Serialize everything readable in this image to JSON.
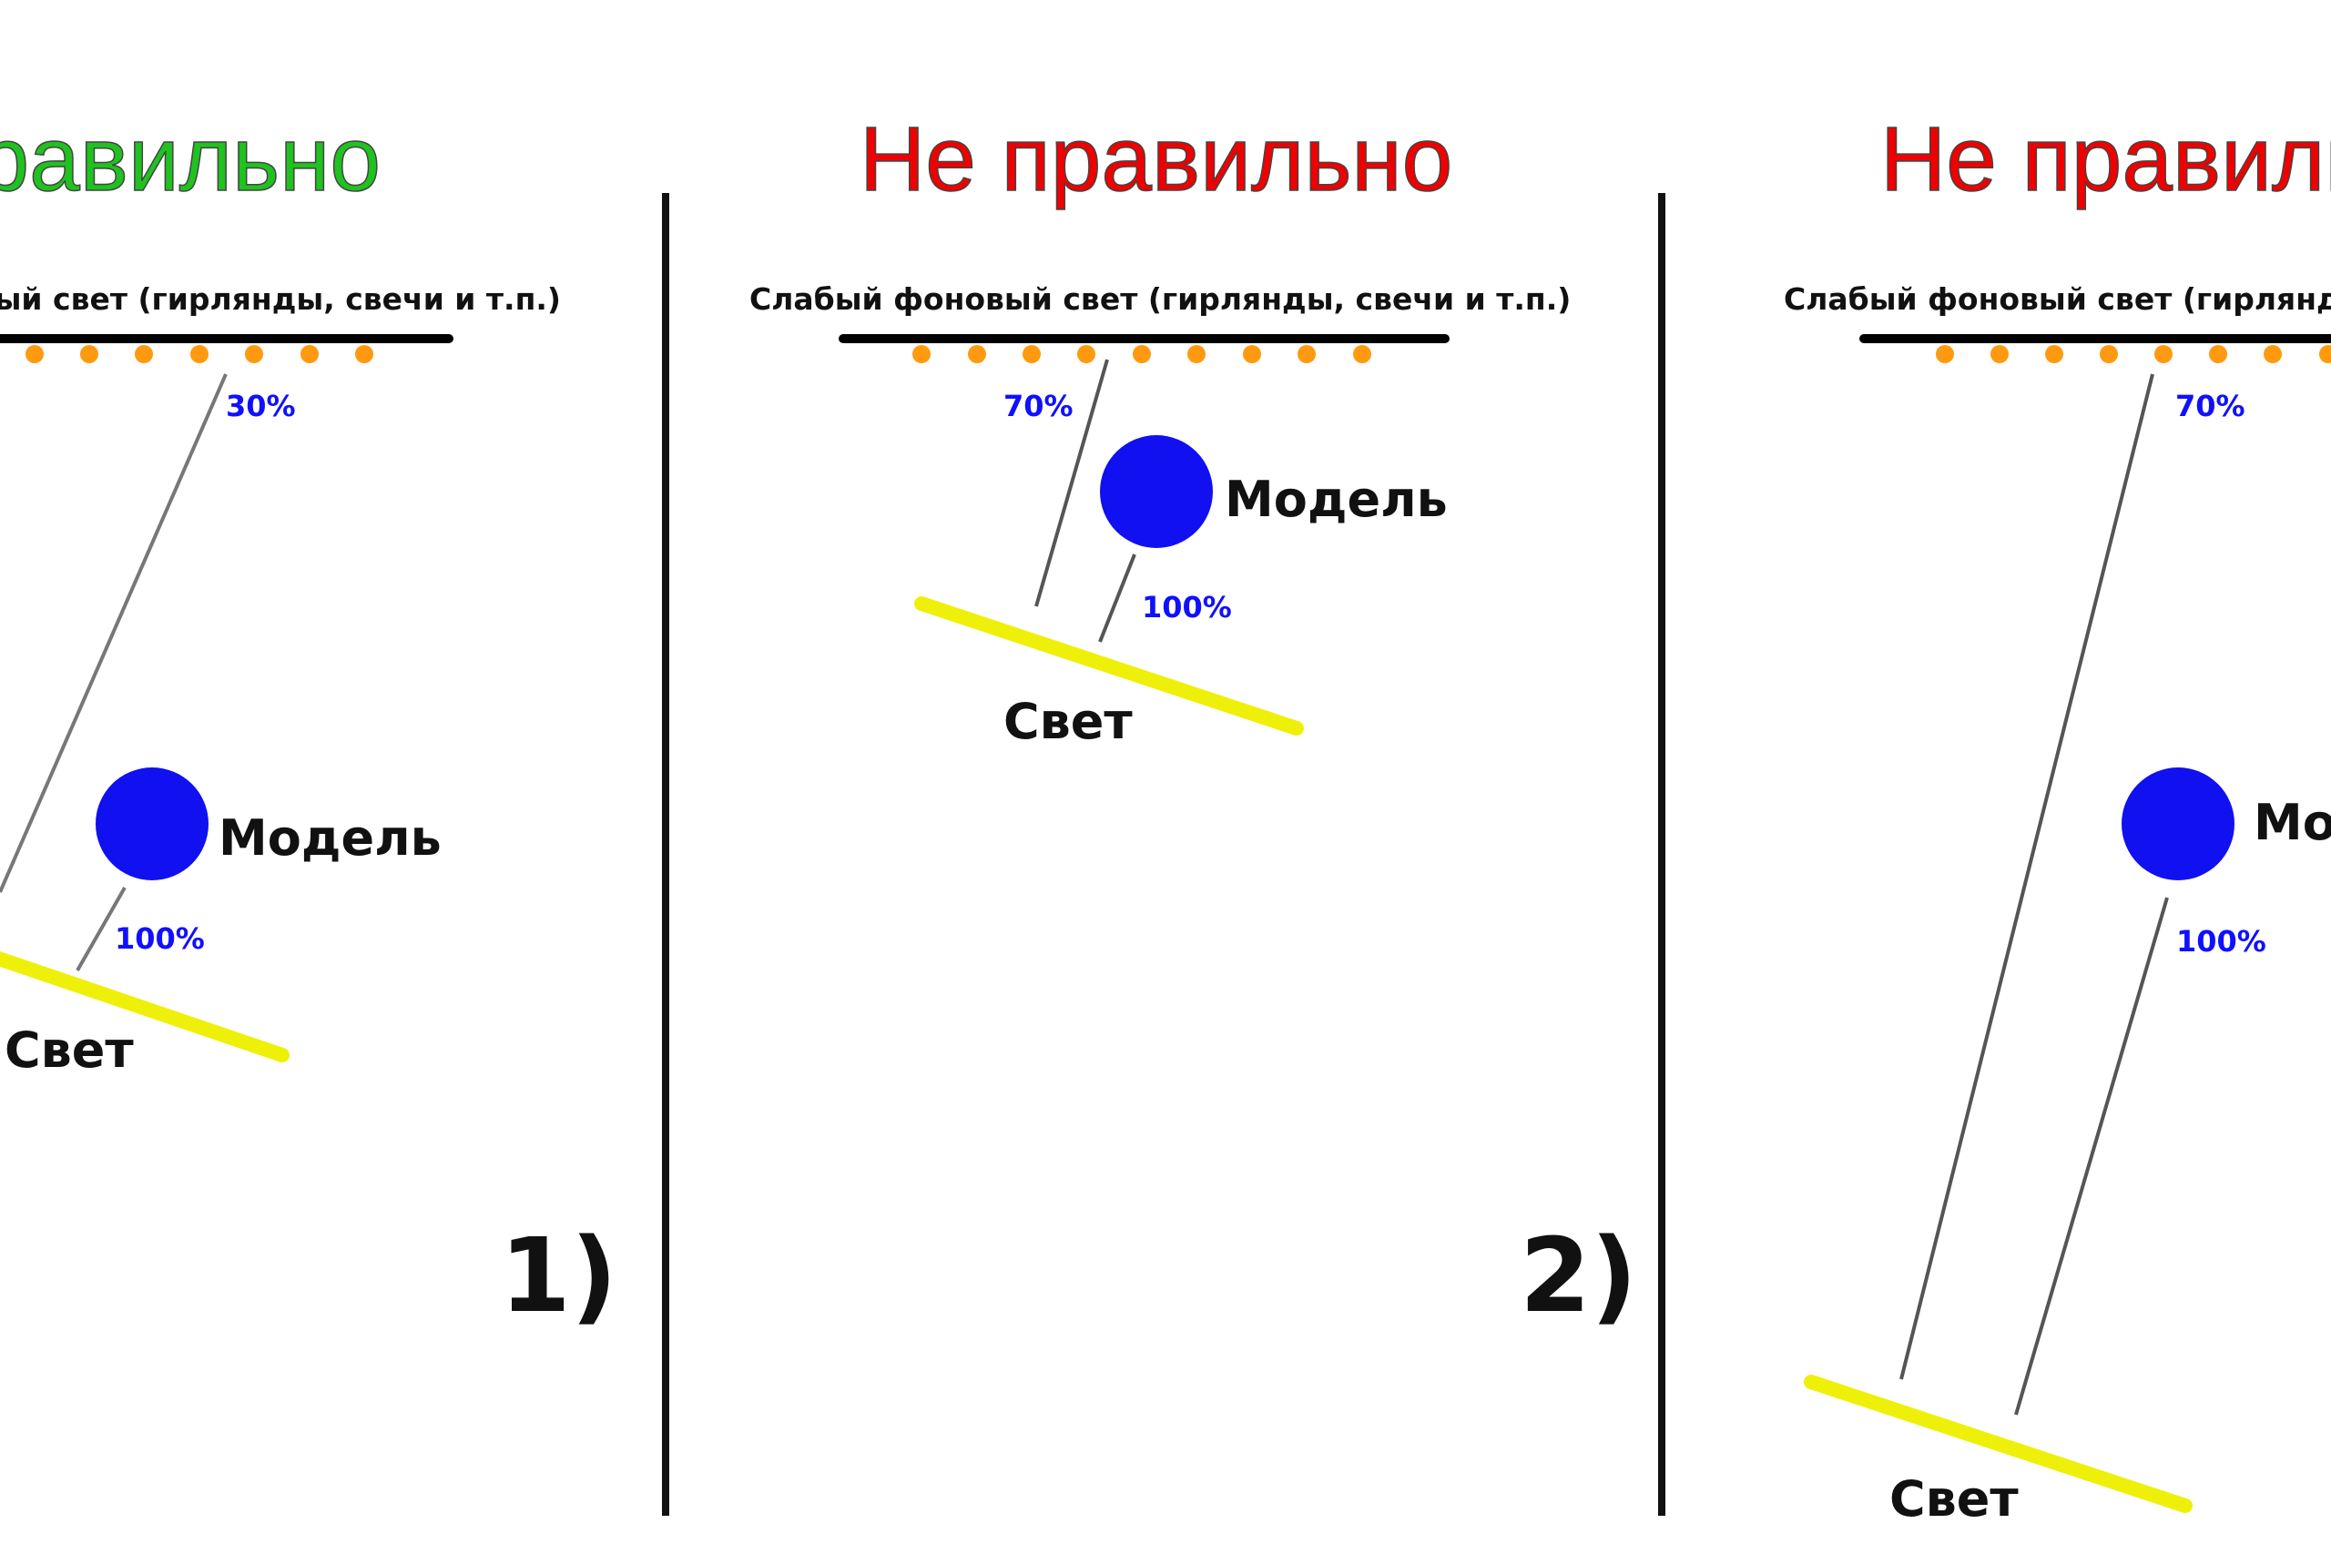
{
  "colors": {
    "correct": "#1fc21f",
    "incorrect": "#f00000",
    "garland_dots": "#ff9a10",
    "model": "#1010f0",
    "light": "#eef00a",
    "percent_text": "#1010ff"
  },
  "panels": [
    {
      "title": "Правильно",
      "subtitle": "Слабый фоновый свет (гирлянды, свечи и т.п.)",
      "background_percent": "30%",
      "model_label": "Модель",
      "light_percent": "100%",
      "light_label": "Свет",
      "number": "1)"
    },
    {
      "title": "Не правильно",
      "subtitle": "Слабый фоновый свет (гирлянды, свечи и т.п.)",
      "background_percent": "70%",
      "model_label": "Модель",
      "light_percent": "100%",
      "light_label": "Свет",
      "number": "2)"
    },
    {
      "title": "Не правильно",
      "subtitle": "Слабый фоновый свет (гирлянды, свечи и т.п.)",
      "background_percent": "70%",
      "model_label": "Модель",
      "light_percent": "100%",
      "light_label": "Свет"
    }
  ]
}
